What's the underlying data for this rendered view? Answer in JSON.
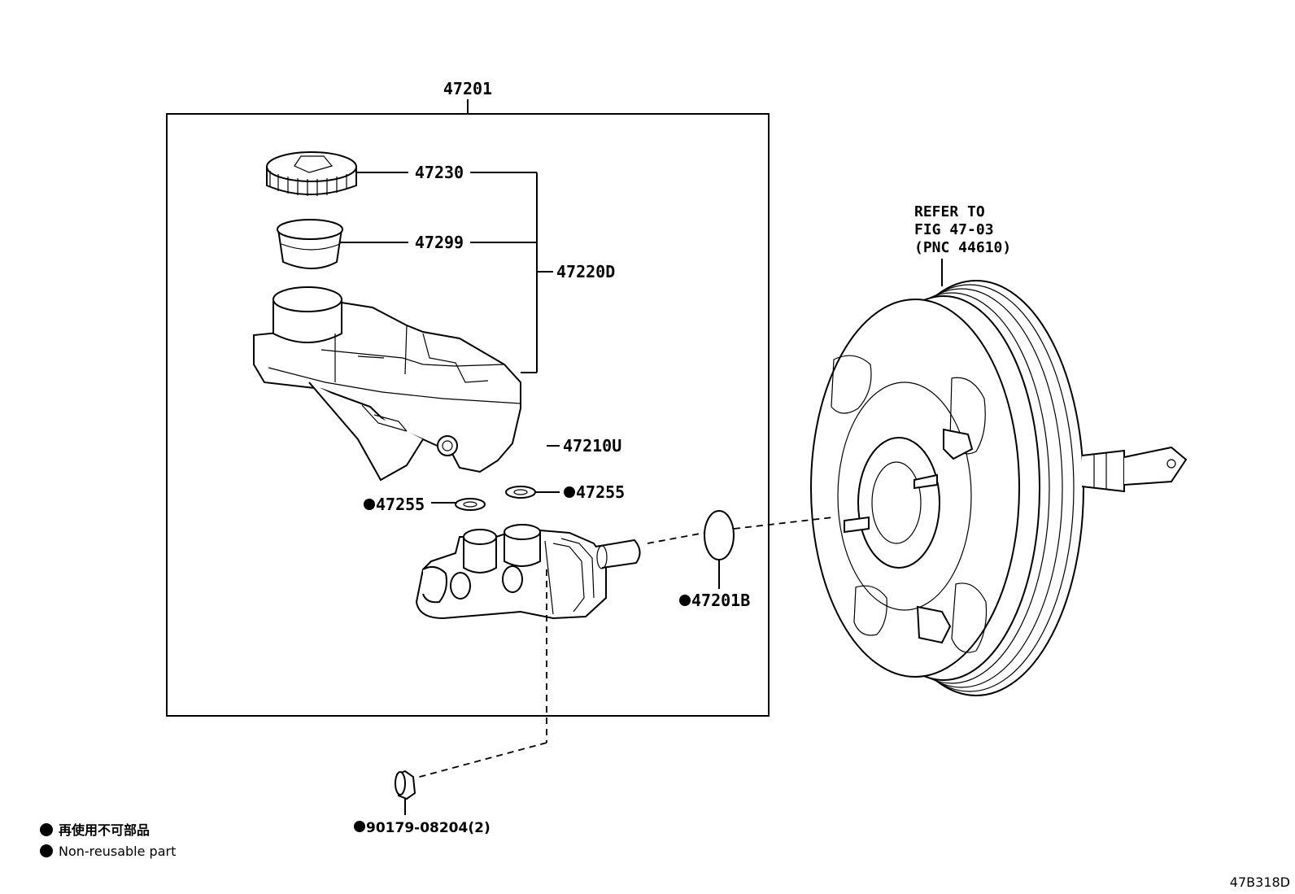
{
  "assembly_label": "47201",
  "parts": {
    "cap": "47230",
    "strainer": "47299",
    "reservoir": "47220D",
    "pin": "47210U",
    "grommet_left": "47255",
    "grommet_right": "47255",
    "o_ring": "47201B",
    "plug": "90179-08204(2)"
  },
  "refer": {
    "line1": "REFER TO",
    "line2": "FIG 47-03",
    "line3": "(PNC 44610)"
  },
  "legend": {
    "jp": "再使用不可部品",
    "en": "Non-reusable part"
  },
  "diagram_code": "47B318D"
}
